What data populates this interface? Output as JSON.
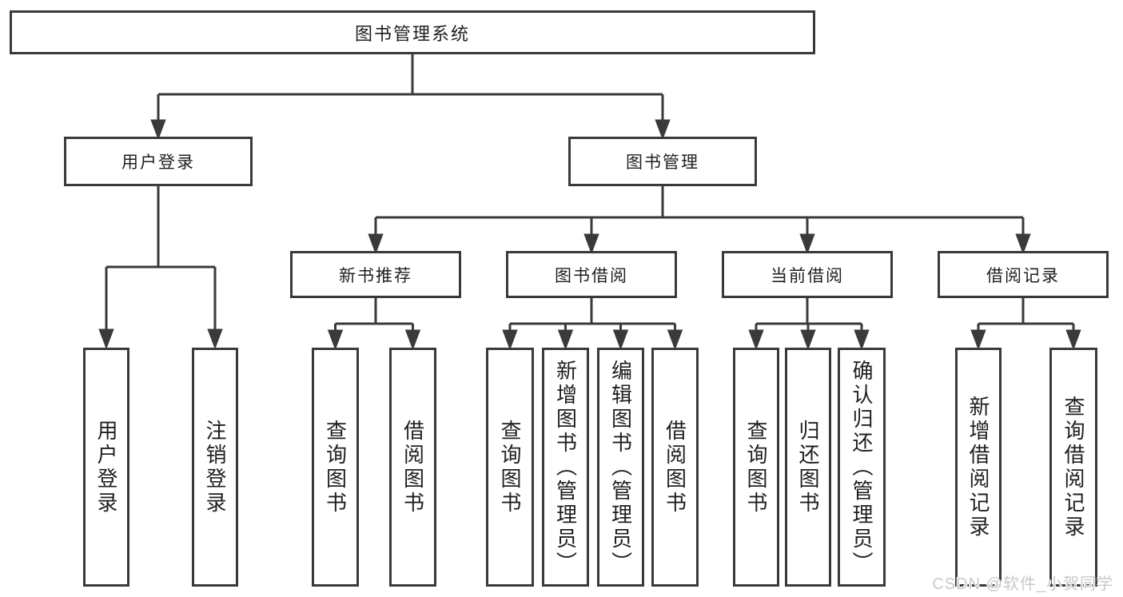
{
  "diagram_type": "functional-structure-tree",
  "colors": {
    "line": "#3a3a3a",
    "box_border": "#3a3a3a",
    "box_background": "#ffffff",
    "text": "#1f1f1f",
    "watermark": "#c9c9c9"
  },
  "tree": {
    "label": "图书管理系统",
    "children": [
      {
        "label": "用户登录",
        "children": [
          {
            "label": "用户登录"
          },
          {
            "label": "注销登录"
          }
        ]
      },
      {
        "label": "图书管理",
        "children": [
          {
            "label": "新书推荐",
            "children": [
              {
                "label": "查询图书"
              },
              {
                "label": "借阅图书"
              }
            ]
          },
          {
            "label": "图书借阅",
            "children": [
              {
                "label": "查询图书"
              },
              {
                "label": "新增图书（管理员）"
              },
              {
                "label": "编辑图书（管理员）"
              },
              {
                "label": "借阅图书"
              }
            ]
          },
          {
            "label": "当前借阅",
            "children": [
              {
                "label": "查询图书"
              },
              {
                "label": "归还图书"
              },
              {
                "label": "确认归还（管理员）"
              }
            ]
          },
          {
            "label": "借阅记录",
            "children": [
              {
                "label": "新增借阅记录"
              },
              {
                "label": "查询借阅记录"
              }
            ]
          }
        ]
      }
    ]
  },
  "watermark": {
    "text": "CSDN @软件_小贺同学"
  }
}
